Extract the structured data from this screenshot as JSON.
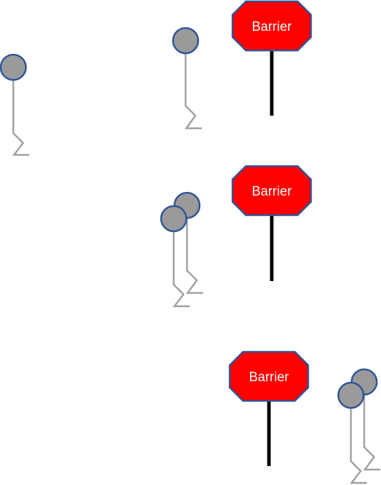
{
  "colors": {
    "background": "#ffffff",
    "sign_fill": "#ff0000",
    "sign_stroke": "#2f5597",
    "sign_text": "#ffffff",
    "pole": "#000000",
    "person_head_fill": "#9a9a9a",
    "person_head_stroke": "#2f5597",
    "person_body": "#a0a0a0"
  },
  "panels": [
    {
      "barrier": {
        "label": "Barrier"
      },
      "people_count": 2
    },
    {
      "barrier": {
        "label": "Barrier"
      },
      "people_count": 2
    },
    {
      "barrier": {
        "label": "Barrier"
      },
      "people_count": 2
    }
  ]
}
